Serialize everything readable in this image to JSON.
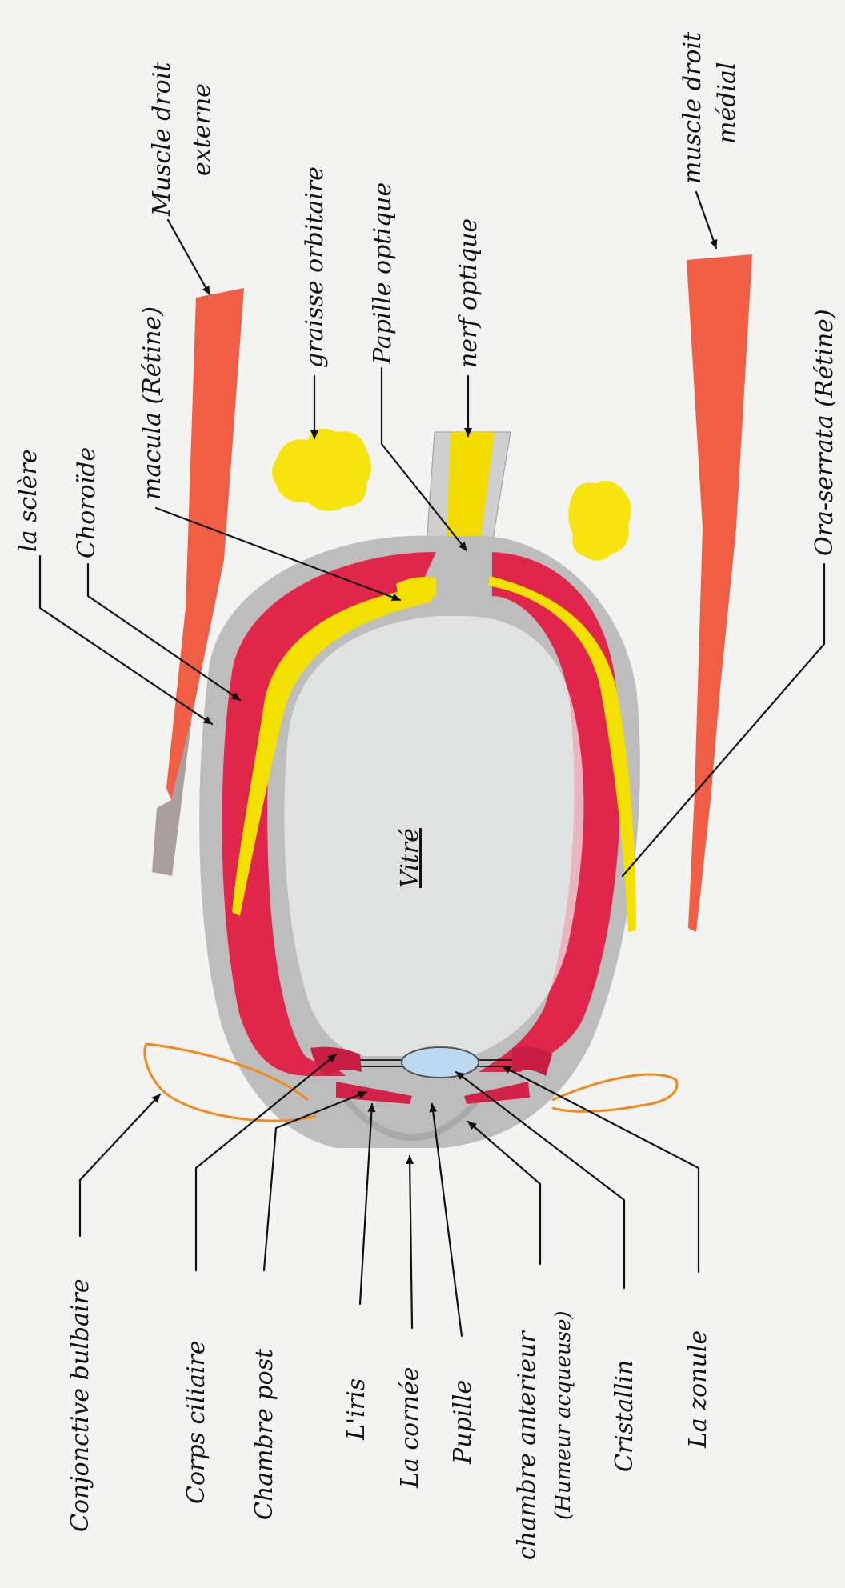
{
  "diagram": {
    "labels": {
      "sclera": "la sclère",
      "choroid": "Choroïde",
      "macula": "macula (Rétine)",
      "lateral_rectus_1": "Muscle droit",
      "lateral_rectus_2": "externe",
      "orbital_fat": "graisse orbitaire",
      "optic_disc": "Papille optique",
      "optic_nerve": "nerf optique",
      "medial_rectus_1": "muscle droit",
      "medial_rectus_2": "médial",
      "ora_serrata": "Ora-serrata (Rétine)",
      "vitreous": "Vitré",
      "bulbar_conjunctiva": "Conjonctive bulbaire",
      "ciliary_body": "Corps ciliaire",
      "posterior_chamber": "Chambre post",
      "iris": "L'iris",
      "cornea": "La cornée",
      "pupil": "Pupille",
      "anterior_chamber": "chambre anterieur",
      "aqueous_humor": "(Humeur acqueuse)",
      "lens": "Cristallin",
      "zonule": "La zonule"
    },
    "colors": {
      "sclera": "#b9b9b9",
      "choroid": "#e0264a",
      "retina": "#f3e000",
      "muscle": "#ef4a2c",
      "conjunctiva": "#f08a1f",
      "lens": "#bcd9f2",
      "paper": "#f3f3f1"
    }
  }
}
